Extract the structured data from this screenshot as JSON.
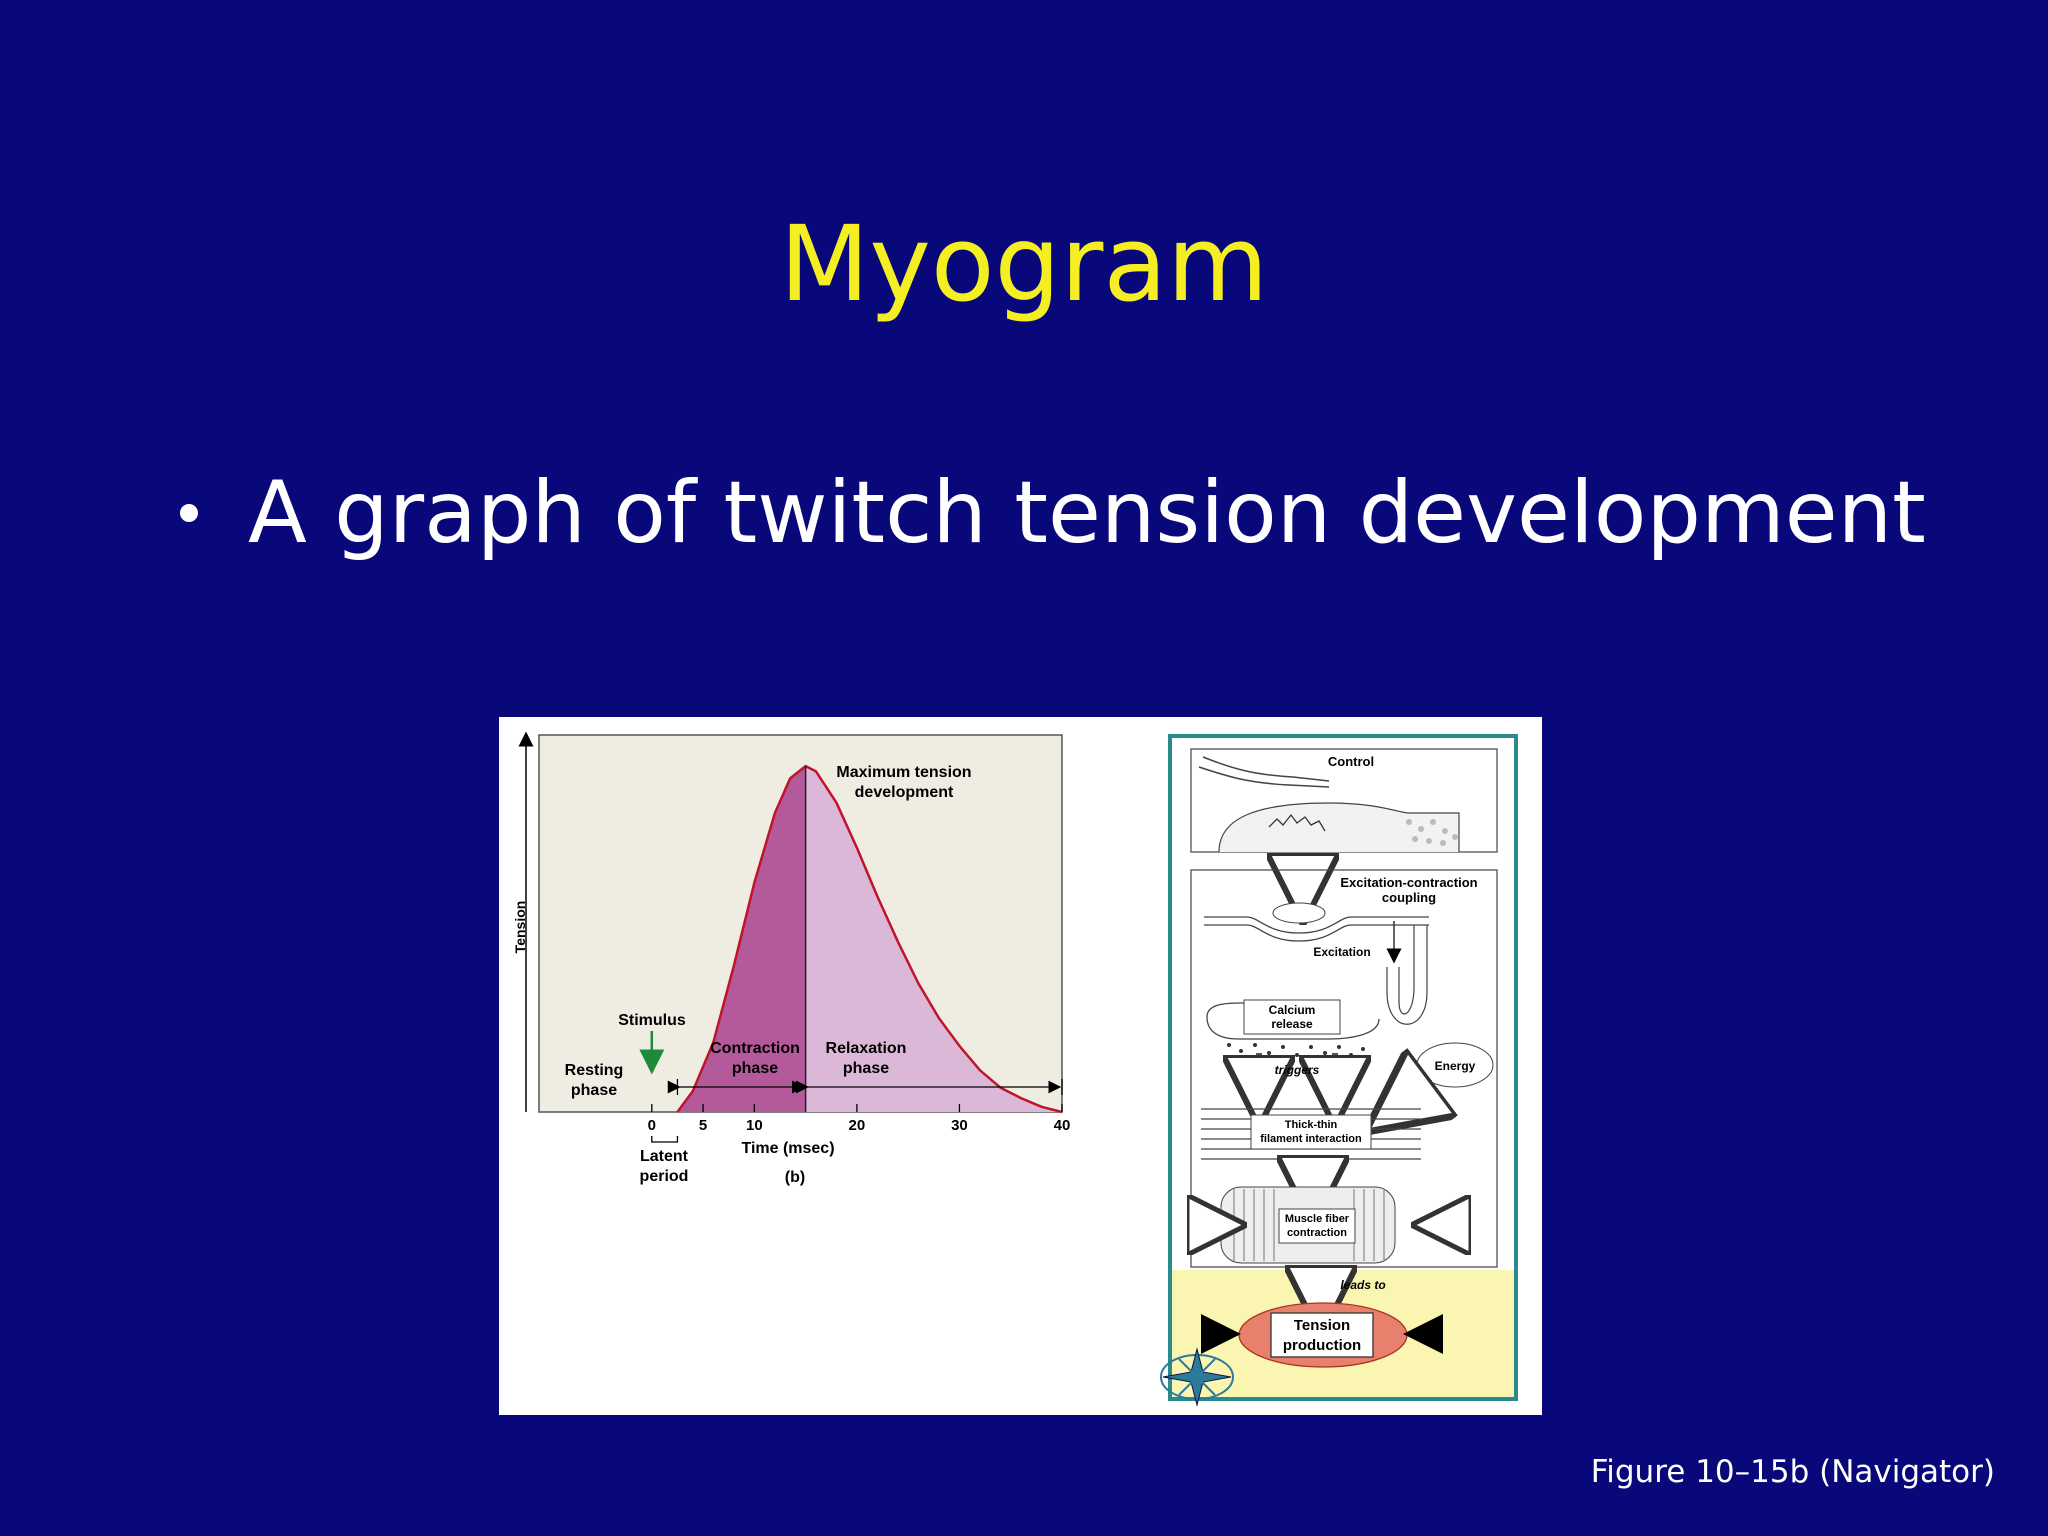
{
  "slide": {
    "title": "Myogram",
    "bullet": "A graph of twitch tension development",
    "caption": "Figure 10–15b (Navigator)"
  },
  "colors": {
    "background": "#08087a",
    "title": "#f4ee22",
    "text": "#ffffff",
    "contraction_fill": "#b45a9a",
    "relaxation_fill": "#dcb8d8",
    "plot_bg": "#efede2",
    "curve": "#c0142a",
    "stimulus_arrow": "#1f8a3a",
    "navigator_border": "#2a8a8c",
    "navigator_highlight": "#fbf5b2"
  },
  "chart_data": {
    "type": "line",
    "title": "",
    "xlabel": "Time (msec)",
    "ylabel": "Tension",
    "panel_label": "(b)",
    "xlim": [
      -11,
      40
    ],
    "ylim": [
      0,
      1.05
    ],
    "ticks": [
      {
        "value": 0,
        "label": "0"
      },
      {
        "value": 5,
        "label": "5"
      },
      {
        "value": 10,
        "label": "10"
      },
      {
        "value": 20,
        "label": "20"
      },
      {
        "value": 30,
        "label": "30"
      },
      {
        "value": 40,
        "label": "40"
      }
    ],
    "series": [
      {
        "x": [
          2.5,
          4,
          6,
          8,
          10,
          12,
          13.5,
          15,
          16,
          18,
          20,
          22,
          24,
          26,
          28,
          30,
          32,
          34,
          36,
          38,
          40
        ],
        "y": [
          0,
          0.06,
          0.2,
          0.42,
          0.66,
          0.86,
          0.96,
          0.995,
          0.98,
          0.89,
          0.76,
          0.62,
          0.49,
          0.37,
          0.27,
          0.19,
          0.12,
          0.07,
          0.04,
          0.015,
          0
        ]
      }
    ],
    "peak_x": 15,
    "annotations": {
      "max_tension": [
        "Maximum tension",
        "development"
      ],
      "stimulus": "Stimulus",
      "resting": [
        "Resting",
        "phase"
      ],
      "contraction": [
        "Contraction",
        "phase"
      ],
      "relaxation": [
        "Relaxation",
        "phase"
      ],
      "latent": [
        "Latent",
        "period"
      ]
    }
  },
  "navigator": {
    "control": "Control",
    "ec_coupling": [
      "Excitation-contraction",
      "coupling"
    ],
    "excitation": "Excitation",
    "calcium": [
      "Calcium",
      "release"
    ],
    "triggers": "triggers",
    "energy": "Energy",
    "filament": [
      "Thick-thin",
      "filament interaction"
    ],
    "fiber": [
      "Muscle fiber",
      "contraction"
    ],
    "leads_to": "leads to",
    "tension": [
      "Tension",
      "production"
    ]
  }
}
